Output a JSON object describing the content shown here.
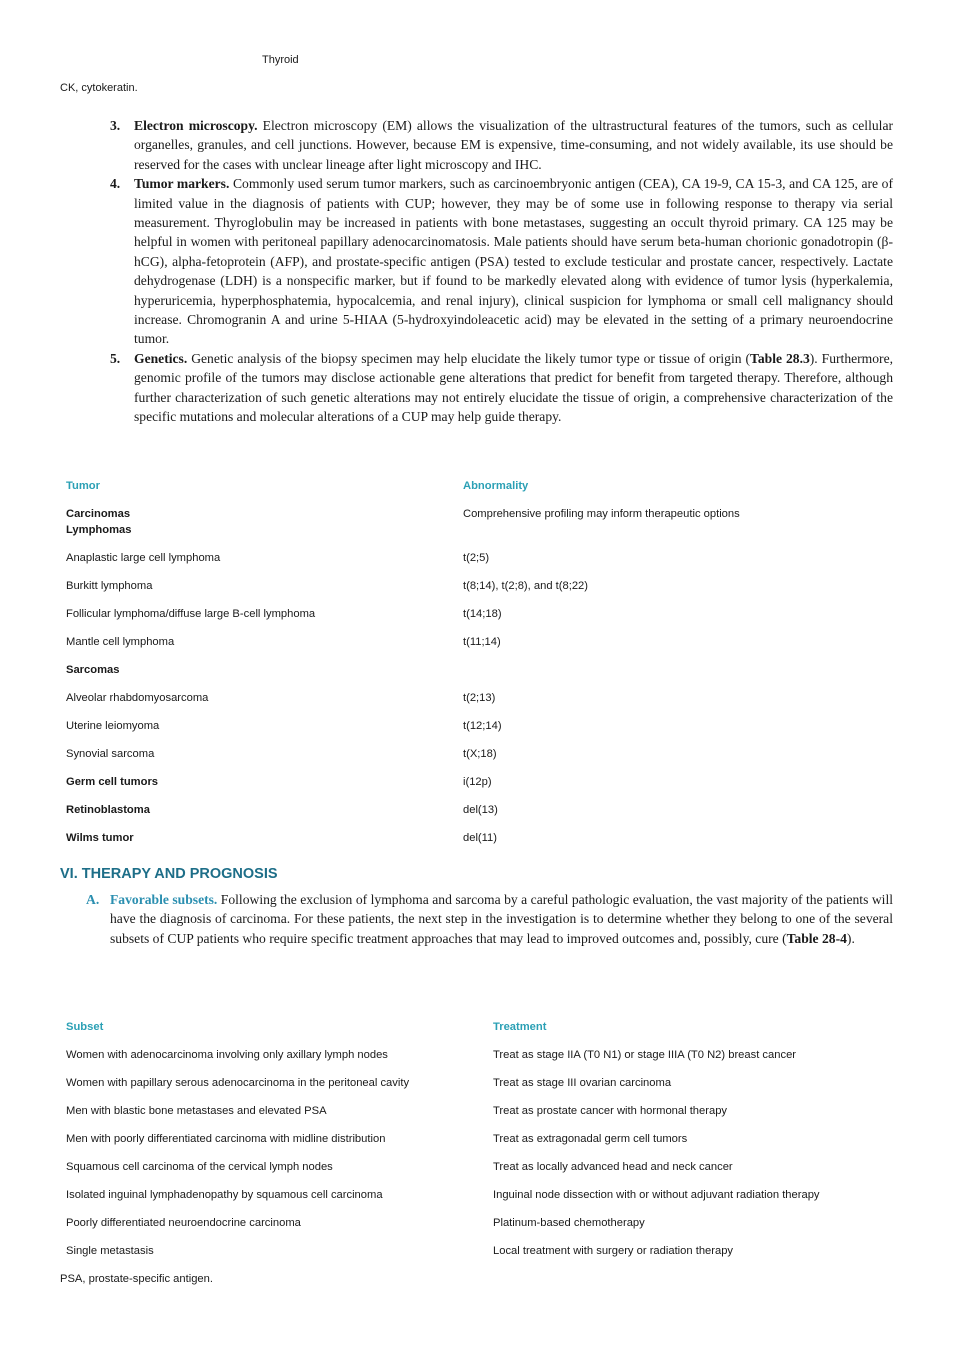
{
  "top": {
    "table_tail": "Thyroid",
    "footnote": "CK, cytokeratin."
  },
  "list_items": [
    {
      "num": "3.",
      "lead": "Electron microscopy.",
      "text": " Electron microscopy (EM) allows the visualization of the ultrastructural features of the tumors, such as cellular organelles, granules, and cell junctions. However, because EM is expensive, time-consuming, and not widely available, its use should be reserved for the cases with unclear lineage after light microscopy and IHC."
    },
    {
      "num": "4.",
      "lead": "Tumor markers.",
      "text": " Commonly used serum tumor markers, such as carcinoembryonic antigen (CEA), CA 19-9, CA 15-3, and CA 125, are of limited value in the diagnosis of patients with CUP; however, they may be of some use in following response to therapy via serial measurement. Thyroglobulin may be increased in patients with bone metastases, suggesting an occult thyroid primary. CA 125 may be helpful in women with peritoneal papillary adenocarcinomatosis. Male patients should have serum beta-human chorionic gonadotropin (β-hCG), alpha-fetoprotein (AFP), and prostate-specific antigen (PSA) tested to exclude testicular and prostate cancer, respectively. Lactate dehydrogenase (LDH) is a nonspecific marker, but if found to be markedly elevated along with evidence of tumor lysis (hyperkalemia, hyperuricemia, hyperphosphatemia, hypocalcemia, and renal injury), clinical suspicion for lymphoma or small cell malignancy should increase. Chromogranin A and urine 5-HIAA (5-hydroxyindoleacetic acid) may be elevated in the setting of a primary neuroendocrine tumor."
    },
    {
      "num": "5.",
      "lead": "Genetics.",
      "text_before": " Genetic analysis of the biopsy specimen may help elucidate the likely tumor type or tissue of origin (",
      "ref": "Table 28.3",
      "text_after": "). Furthermore, genomic profile of the tumors may disclose actionable gene alterations that predict for benefit from targeted therapy. Therefore, although further characterization of such genetic alterations may not entirely elucidate the tissue of origin, a comprehensive characterization of the specific mutations and molecular alterations of a CUP may help guide therapy."
    }
  ],
  "table_28_3": {
    "headers": [
      "Tumor",
      "Abnormality"
    ],
    "rows": [
      {
        "tumor": "Carcinomas",
        "bold": true,
        "abnormality": "Comprehensive profiling may inform therapeutic options"
      },
      {
        "tumor": "Lymphomas",
        "bold": true,
        "abnormality": ""
      },
      {
        "tumor": "Anaplastic large cell lymphoma",
        "bold": false,
        "abnormality": "t(2;5)"
      },
      {
        "tumor": "Burkitt lymphoma",
        "bold": false,
        "abnormality": "t(8;14), t(2;8), and t(8;22)"
      },
      {
        "tumor": "Follicular lymphoma/diffuse large B-cell lymphoma",
        "bold": false,
        "abnormality": "t(14;18)"
      },
      {
        "tumor": "Mantle cell lymphoma",
        "bold": false,
        "abnormality": "t(11;14)"
      },
      {
        "tumor": "Sarcomas",
        "bold": true,
        "abnormality": ""
      },
      {
        "tumor": "Alveolar rhabdomyosarcoma",
        "bold": false,
        "abnormality": "t(2;13)"
      },
      {
        "tumor": "Uterine leiomyoma",
        "bold": false,
        "abnormality": "t(12;14)"
      },
      {
        "tumor": "Synovial sarcoma",
        "bold": false,
        "abnormality": "t(X;18)"
      },
      {
        "tumor": "Germ cell tumors",
        "bold": true,
        "abnormality": "i(12p)"
      },
      {
        "tumor": "Retinoblastoma",
        "bold": true,
        "abnormality": "del(13)"
      },
      {
        "tumor": "Wilms tumor",
        "bold": true,
        "abnormality": "del(11)"
      }
    ]
  },
  "section_vi": {
    "heading": "VI. THERAPY AND PROGNOSIS",
    "item_a": {
      "letter": "A.",
      "lead": "Favorable subsets.",
      "text_before": " Following the exclusion of lymphoma and sarcoma by a careful pathologic evaluation, the vast majority of the patients will have the diagnosis of carcinoma. For these patients, the next step in the investigation is to determine whether they belong to one of the several subsets of CUP patients who require specific treatment approaches that may lead to improved outcomes and, possibly, cure (",
      "ref": "Table 28-4",
      "text_after": ")."
    }
  },
  "table_28_4": {
    "headers": [
      "Subset",
      "Treatment"
    ],
    "rows": [
      {
        "subset": "Women with adenocarcinoma involving only axillary lymph nodes",
        "treatment": "Treat as stage IIA (T0 N1) or stage IIIA (T0 N2) breast cancer"
      },
      {
        "subset": "Women with papillary serous adenocarcinoma in the peritoneal cavity",
        "treatment": "Treat as stage III ovarian carcinoma"
      },
      {
        "subset": "Men with blastic bone metastases and elevated PSA",
        "treatment": "Treat as prostate cancer with hormonal therapy"
      },
      {
        "subset": "Men with poorly differentiated carcinoma with midline distribution",
        "treatment": "Treat as extragonadal germ cell tumors"
      },
      {
        "subset": "Squamous cell carcinoma of the cervical lymph nodes",
        "treatment": "Treat as locally advanced head and neck cancer"
      },
      {
        "subset": "Isolated inguinal lymphadenopathy by squamous cell carcinoma",
        "treatment": "Inguinal node dissection with or without adjuvant radiation therapy"
      },
      {
        "subset": "Poorly differentiated neuroendocrine carcinoma",
        "treatment": "Platinum-based chemotherapy"
      },
      {
        "subset": "Single metastasis",
        "treatment": "Local treatment with surgery or radiation therapy"
      }
    ],
    "footnote": "PSA, prostate-specific antigen."
  },
  "colors": {
    "table_header": "#2ba0b5",
    "section_heading": "#1d6e88",
    "subsection_lead": "#2b8fb0"
  }
}
